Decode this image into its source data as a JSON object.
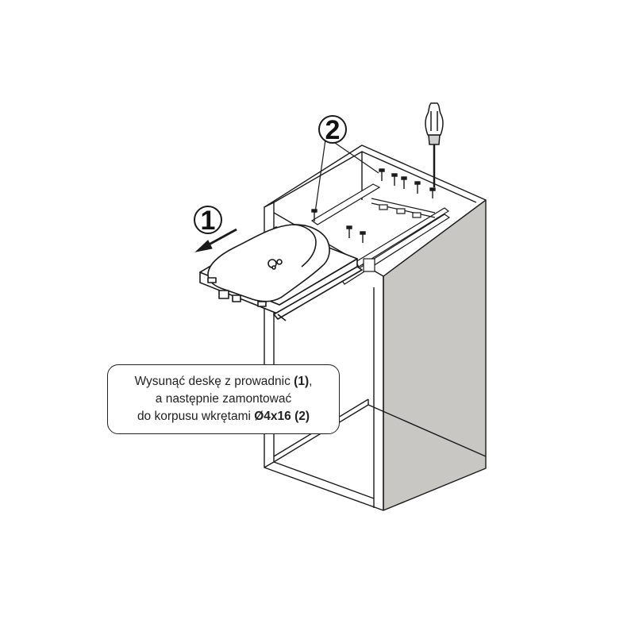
{
  "callouts": {
    "step1": "1",
    "step2": "2"
  },
  "instruction": {
    "line1_text": "Wysunąć deskę z prowadnic ",
    "line1_ref": "(1)",
    "line1_end": ",",
    "line2_text": "a następnie zamontować",
    "line3_text": "do korpusu wkrętami ",
    "line3_spec": "Ø4x16",
    "line3_space": " ",
    "line3_ref": "(2)"
  },
  "colors": {
    "cabinet_side": "#c9c7c4",
    "line": "#1a1a1a",
    "board": "#ffffff"
  }
}
